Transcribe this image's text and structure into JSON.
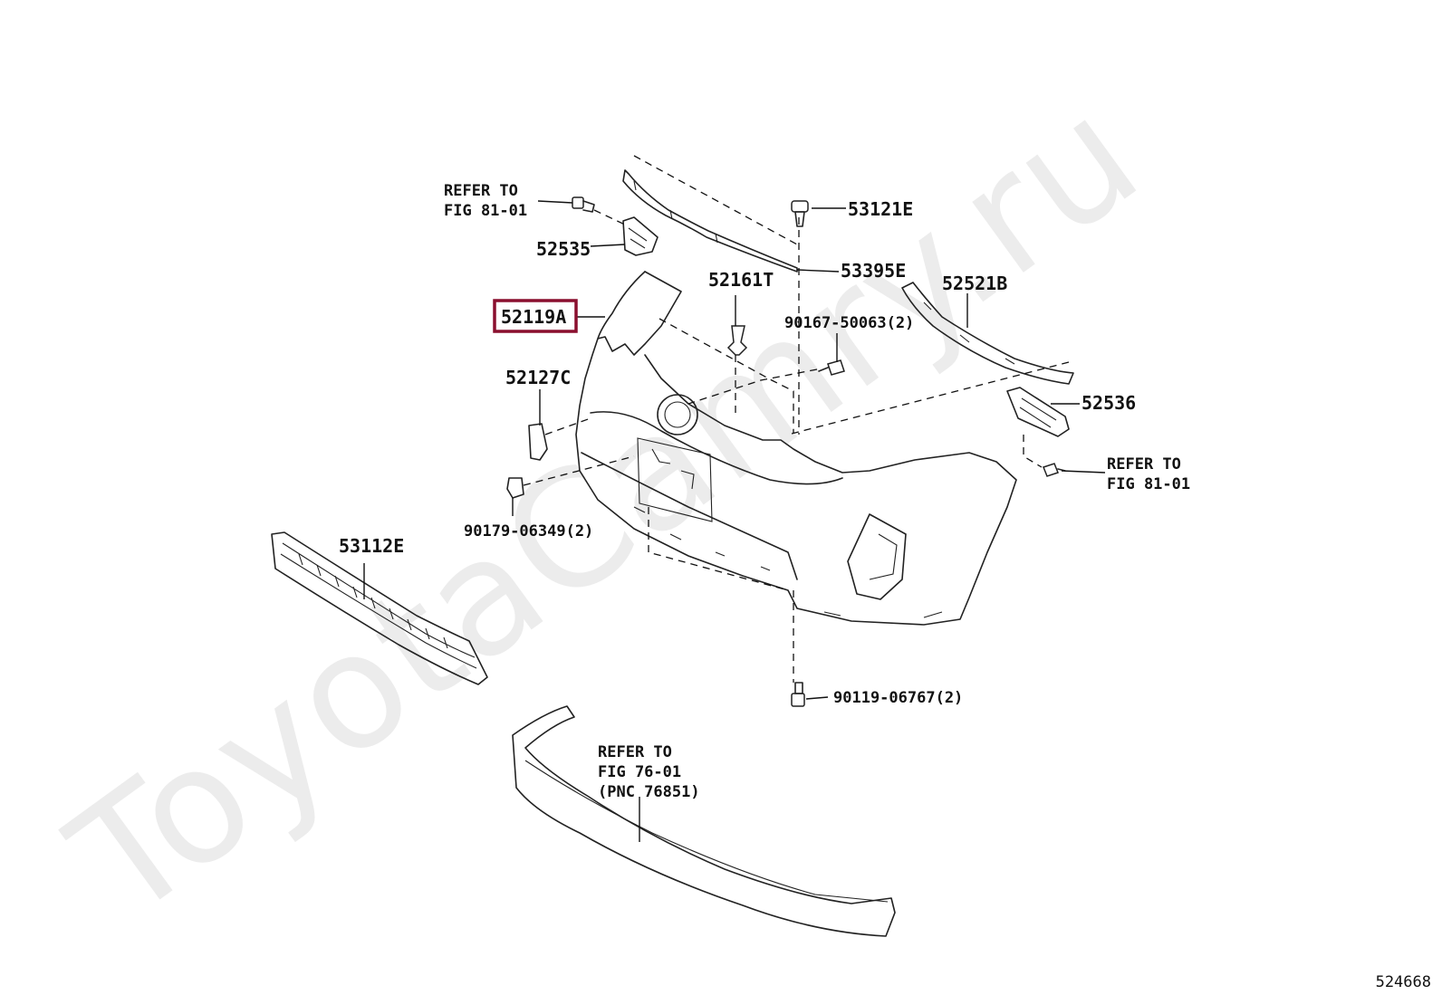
{
  "watermark": "ToyotaCamry.ru",
  "figure_id": "524668",
  "highlight_color": "#8a0f2e",
  "callouts": [
    {
      "id": "52119A",
      "label": "52119A",
      "highlighted": true
    },
    {
      "id": "52535",
      "label": "52535"
    },
    {
      "id": "52127C",
      "label": "52127C"
    },
    {
      "id": "90179-06349",
      "label": "90179-06349(2)"
    },
    {
      "id": "53112E",
      "label": "53112E"
    },
    {
      "id": "53121E",
      "label": "53121E"
    },
    {
      "id": "53395E",
      "label": "53395E"
    },
    {
      "id": "52161T",
      "label": "52161T"
    },
    {
      "id": "90167-50063",
      "label": "90167-50063(2)"
    },
    {
      "id": "52521B",
      "label": "52521B"
    },
    {
      "id": "52536",
      "label": "52536"
    },
    {
      "id": "90119-06767",
      "label": "90119-06767(2)"
    }
  ],
  "references": [
    {
      "id": "ref-top-left",
      "lines": [
        "REFER TO",
        "FIG 81-01"
      ]
    },
    {
      "id": "ref-right",
      "lines": [
        "REFER TO",
        "FIG 81-01"
      ]
    },
    {
      "id": "ref-bottom",
      "lines": [
        "REFER TO",
        "FIG 76-01",
        "(PNC 76851)"
      ]
    }
  ]
}
